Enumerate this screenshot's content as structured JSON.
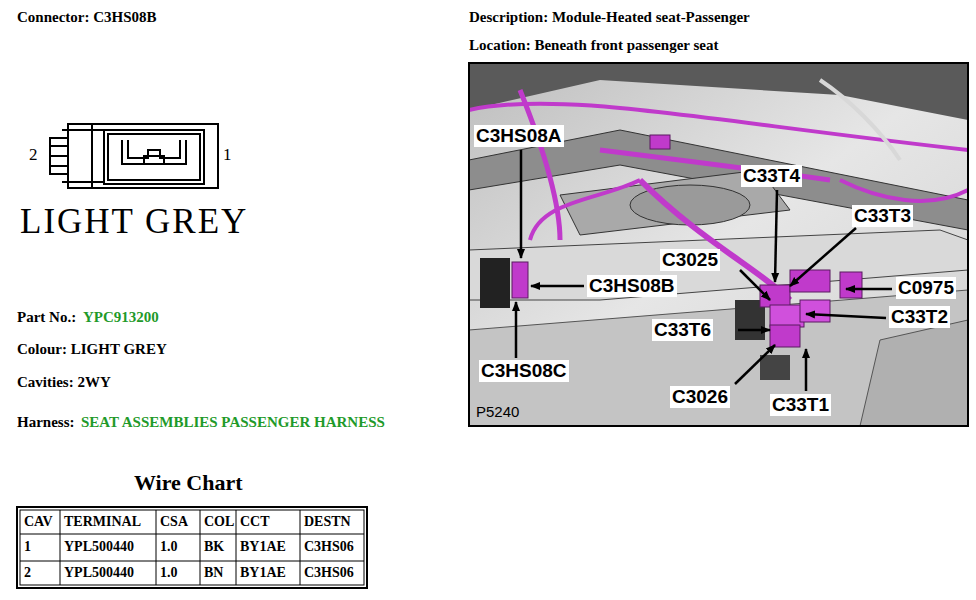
{
  "diagram": {
    "labels": [
      "Connector: C3HS08B",
      "Description: Module-Heated seat-Passenger",
      "Location: Beneath front passenger seat",
      "2",
      "1",
      "LIGHT GREY",
      "Part No.:",
      "YPC913200",
      "Colour: LIGHT GREY",
      "Cavities: 2WY",
      "Harness:",
      "SEAT ASSEMBLIES PASSENGER HARNESS",
      "Wire Chart",
      "CAV",
      "TERMINAL",
      "CSA",
      "COL",
      "CCT",
      "DESTN",
      "1",
      "YPL500440",
      "1.0",
      "BK",
      "BY1AE",
      "C3HS06",
      "2",
      "YPL500440",
      "1.0",
      "BN",
      "BY1AE",
      "C3HS06",
      "C3HS08A",
      "C33T4",
      "C33T3",
      "C3025",
      "C0975",
      "C3HS08B",
      "C33T2",
      "C33T6",
      "C3026",
      "C33T1",
      "C3HS08C",
      "P5240"
    ]
  }
}
